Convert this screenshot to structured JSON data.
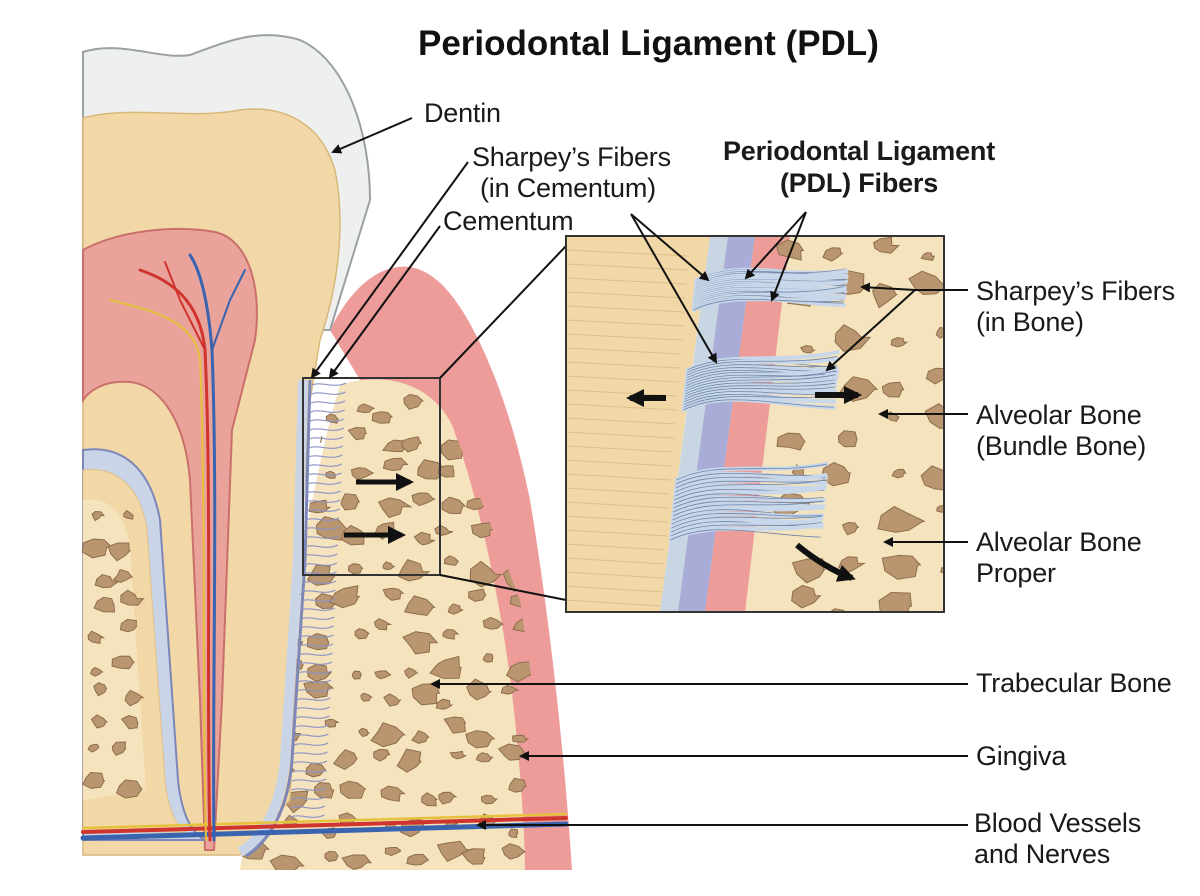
{
  "title": "Periodontal Ligament (PDL)",
  "labels": {
    "dentin": "Dentin",
    "sharpeys_cementum_1": "Sharpey’s Fibers",
    "sharpeys_cementum_2": "(in Cementum)",
    "cementum": "Cementum",
    "pdl_fibers_1": "Periodontal Ligament",
    "pdl_fibers_2": "(PDL) Fibers",
    "sharpeys_bone_1": "Sharpey’s Fibers",
    "sharpeys_bone_2": "(in Bone)",
    "alveolar_bundle_1": "Alveolar Bone",
    "alveolar_bundle_2": "(Bundle Bone)",
    "alveolar_proper_1": "Alveolar Bone",
    "alveolar_proper_2": "Proper",
    "trabecular": "Trabecular Bone",
    "gingiva": "Gingiva",
    "vessels_1": "Blood Vessels",
    "vessels_2": "and Nerves"
  },
  "colors": {
    "enamel": "#eef0ef",
    "dentin": "#f2d8a6",
    "pulp": "#e9a39a",
    "cementum": "#c8d6e4",
    "pdl_band": "#a9acd6",
    "bone": "#f4e3bd",
    "marrow_space": "#b9966f",
    "gingiva": "#ee9c9a",
    "artery": "#d0342e",
    "vein": "#3a64b0",
    "nerve": "#e6c13c",
    "fiber": "#c8d8ea"
  }
}
